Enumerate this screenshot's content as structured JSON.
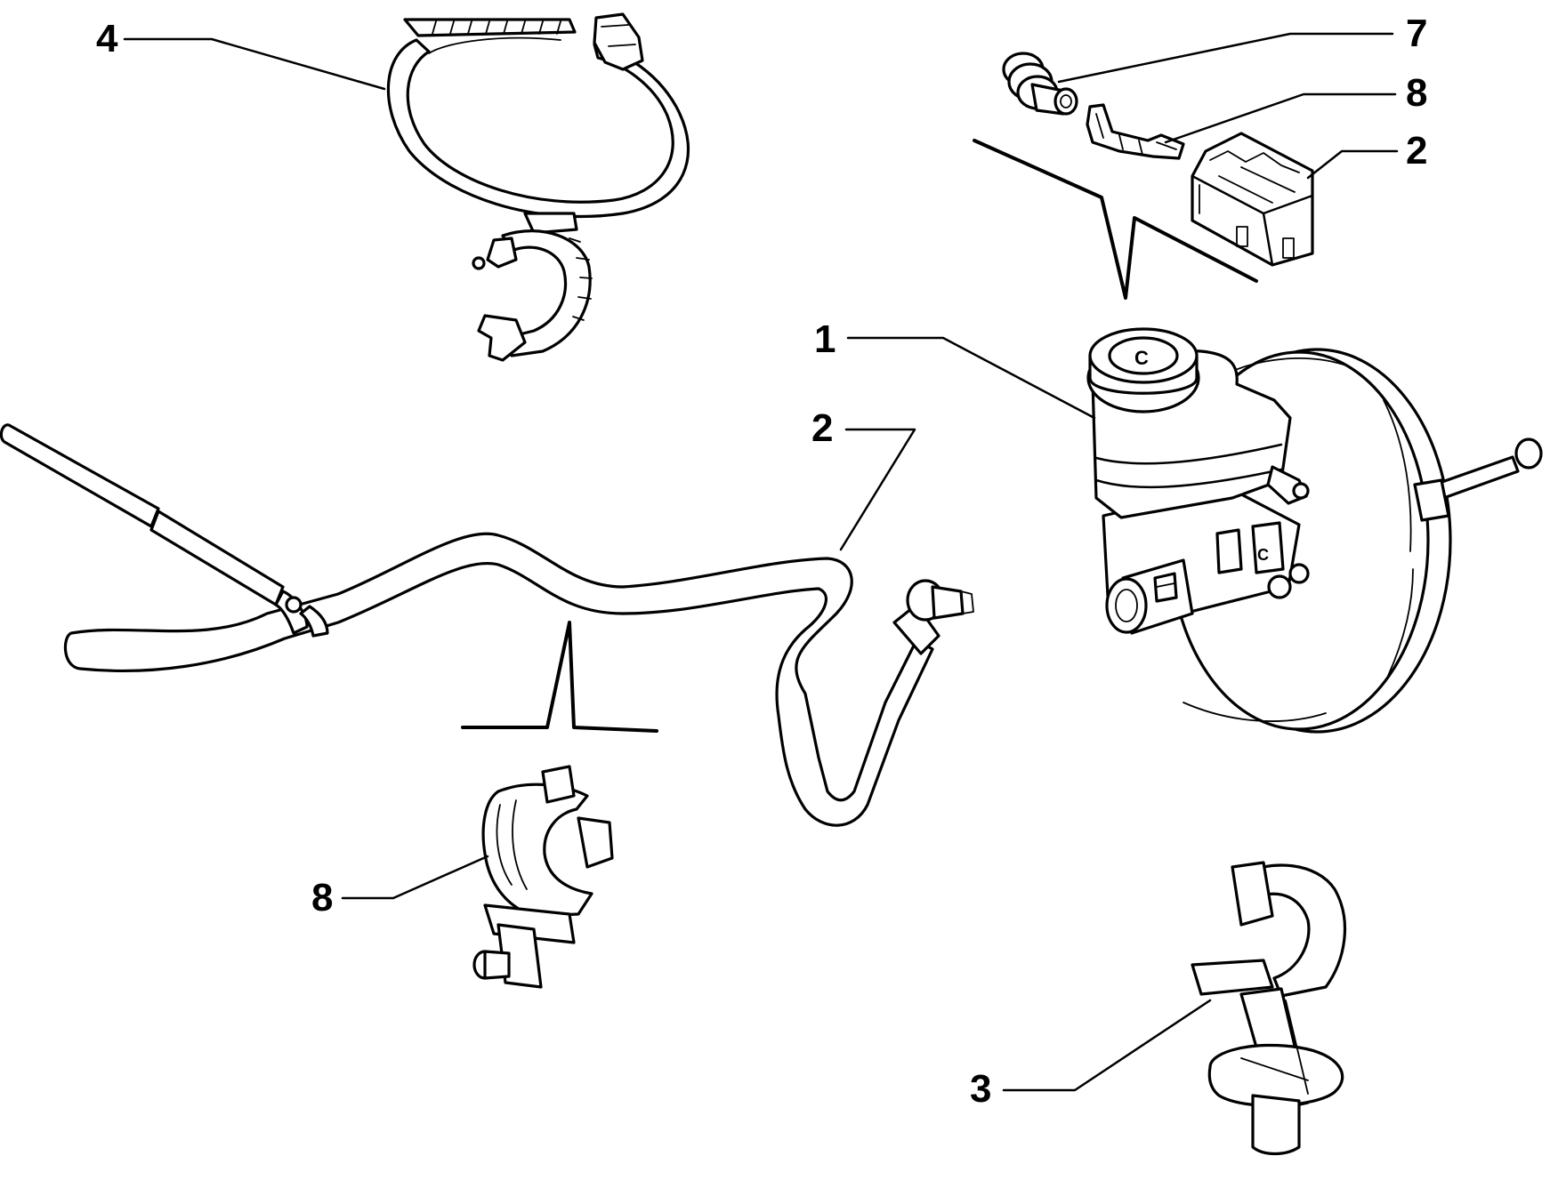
{
  "callouts": {
    "c4": "4",
    "c7": "7",
    "c8_top": "8",
    "c2_top": "2",
    "c1": "1",
    "c2_hose": "2",
    "c8_bottom": "8",
    "c3": "3"
  },
  "colors": {
    "line": "#000000",
    "background": "#ffffff"
  }
}
